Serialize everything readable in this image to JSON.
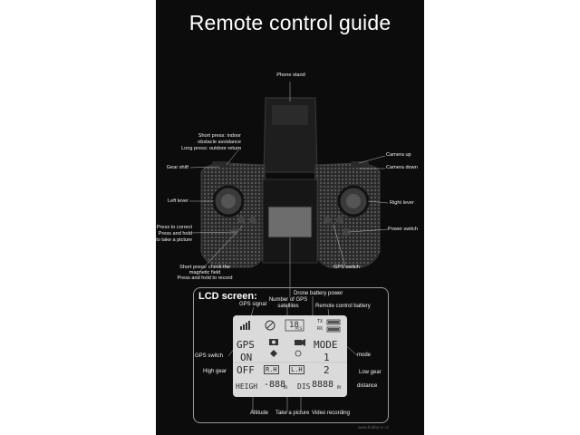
{
  "title": "Remote control guide",
  "labels": {
    "phone_stand": "Phone stand",
    "short_press_indoor_1": "Short press: indoor",
    "short_press_indoor_2": "obstacle avoidance",
    "long_press_return": "Long press: outdoor return",
    "gear_shift": "Gear shift",
    "left_lever": "Left lever",
    "press_correct_1": "Press to correct",
    "press_correct_2": "Press and hold",
    "press_correct_3": "to take a picture",
    "short_press_check_1": "Short press: check the",
    "short_press_check_2": "magnetic field",
    "short_press_check_3": "Press and hold to record",
    "camera_up": "Camera up",
    "camera_down": "Camera down",
    "right_lever": "Right lever",
    "power_switch": "Power switch",
    "gps_switch": "GPS switch"
  },
  "lcd": {
    "title": "LCD screen:",
    "labels": {
      "gps_signal": "GPS signal",
      "gps_count_1": "Number of GPS",
      "gps_count_2": "satellites",
      "drone_battery": "Drone battery power",
      "remote_battery": "Remote control battery",
      "gps_switch": "GPS switch",
      "high_gear": "High gear",
      "mode": "mode",
      "low_gear": "Low gear",
      "distance": "distance",
      "altitude": "Altitude",
      "take_picture": "Take a picture",
      "video_recording": "Video recording"
    },
    "display": {
      "gps": "GPS",
      "on": "ON",
      "off": "OFF",
      "sat_count": "18",
      "pcs": "PCS",
      "tx": "TX",
      "rx": "RX",
      "mode": "MODE",
      "mode_1": "1",
      "mode_2": "2",
      "rh": "R.H",
      "lh": "L.H",
      "height_label": "HEIGH",
      "height_value": "-888",
      "height_unit": "m",
      "dis_label": "DIS",
      "dis_value": "8888",
      "dis_unit": "m"
    }
  },
  "watermark": "www.hobby-rc.cz"
}
